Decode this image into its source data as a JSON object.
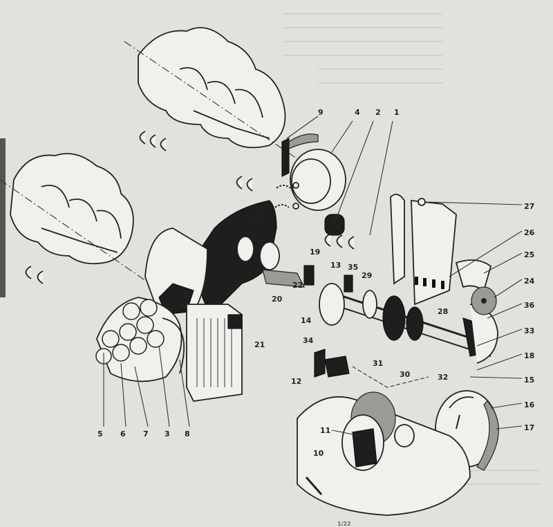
{
  "figure": {
    "caption": "1/22",
    "callouts": [
      "9",
      "4",
      "2",
      "1",
      "27",
      "26",
      "25",
      "24",
      "36",
      "33",
      "18",
      "15",
      "16",
      "17",
      "23",
      "19",
      "13",
      "35",
      "29",
      "22",
      "20",
      "14",
      "28",
      "34",
      "21",
      "31",
      "30",
      "32",
      "12",
      "11",
      "10",
      "5",
      "6",
      "7",
      "3",
      "8"
    ]
  },
  "colors": {
    "paper": "#e2e2dd",
    "ink": "#1e1e1e"
  }
}
